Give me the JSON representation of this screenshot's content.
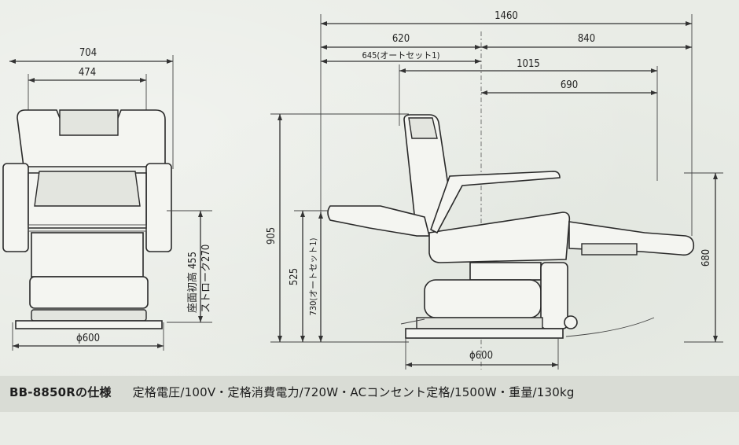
{
  "front_view": {
    "width_overall": "704",
    "width_seat": "474",
    "base_diameter": "ϕ600",
    "seat_height_label": "座面初高 455",
    "stroke_label": "ストローク270"
  },
  "side_view": {
    "length_overall": "1460",
    "length_back": "620",
    "length_back_auto": "645(オートセット1)",
    "length_front": "840",
    "length_reclined": "1015",
    "length_seat": "690",
    "height_overall": "905",
    "height_seat": "525",
    "height_auto": "730(オートセット1)",
    "height_footrest": "680",
    "base_diameter": "ϕ600"
  },
  "spec": {
    "model": "BB-8850Rの仕様",
    "details": "定格電圧/100V・定格消費電力/720W・ACコンセント定格/1500W・重量/130kg"
  }
}
